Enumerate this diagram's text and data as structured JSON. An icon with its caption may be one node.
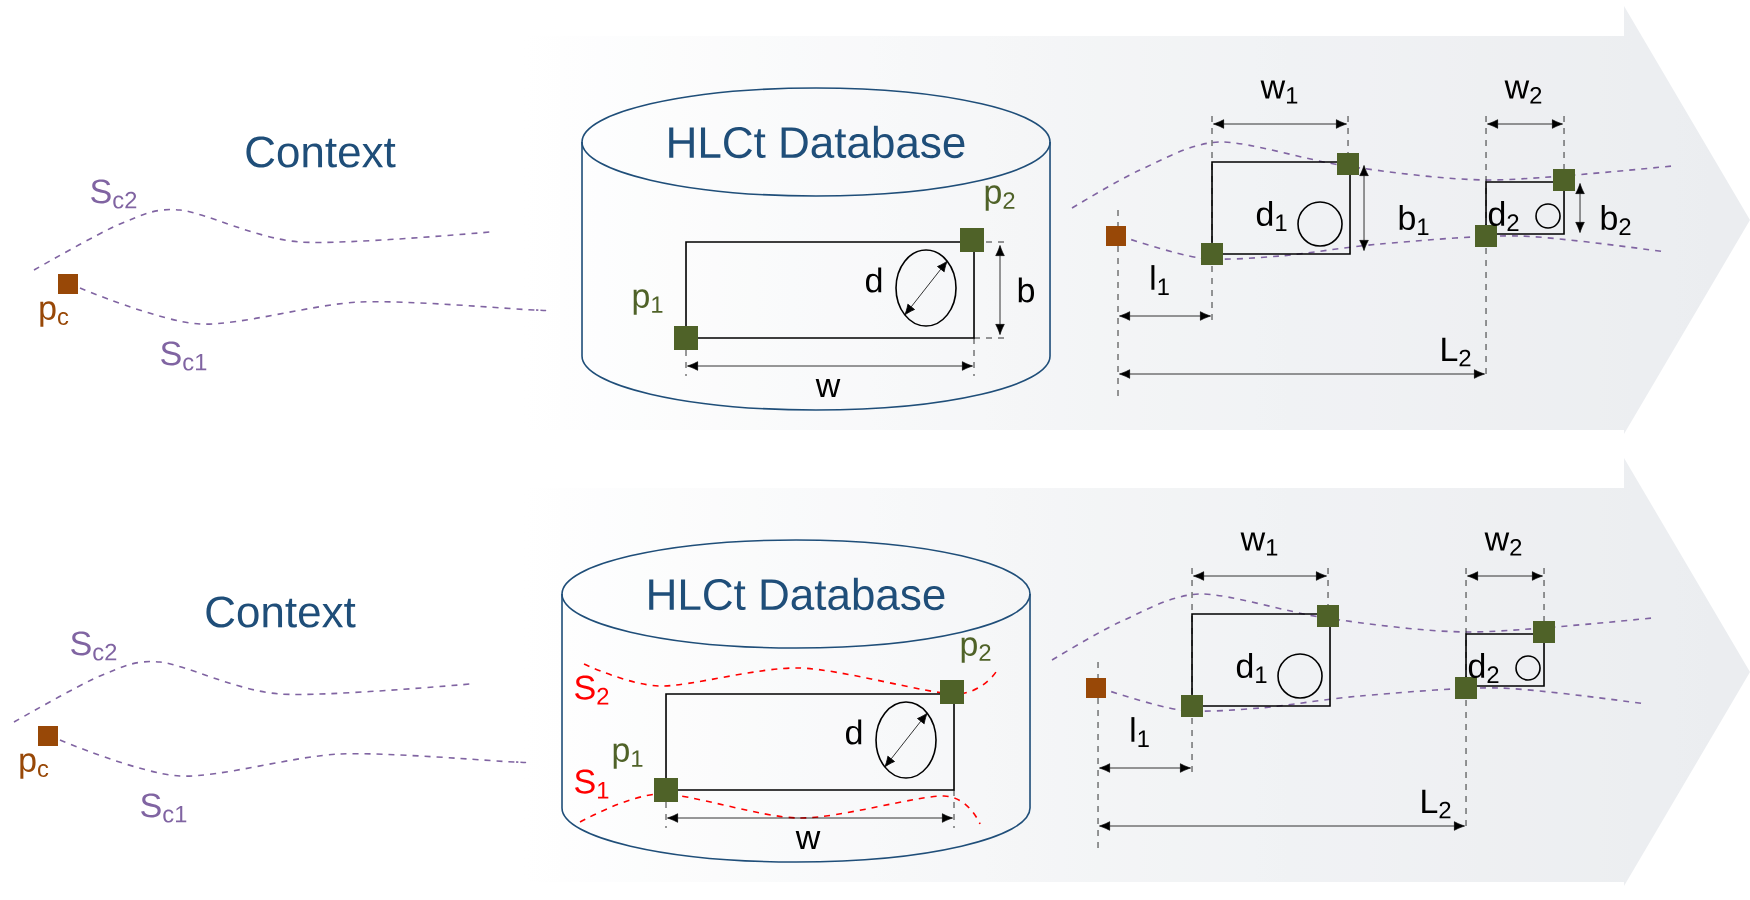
{
  "diagram": {
    "nodes": [
      {
        "text": [
          "HLCt Database"
        ]
      },
      {
        "text": [
          "HLCt Database"
        ]
      }
    ],
    "labels": [
      "Context",
      "S$_{c2}$",
      "p$_{c}$",
      "S$_{c1}$",
      "p$_{2}$",
      "d",
      "b",
      "p$_{1}$",
      "w",
      "w$_{1}$",
      "w$_{2}$",
      "d$_{1}$",
      "b$_{1}$",
      "d$_{2}$",
      "b$_{2}$",
      "l$_{1}$",
      "L$_{2}$",
      "Context",
      "S$_{c2}$",
      "p$_{c}$",
      "S$_{c1}$",
      "p$_{2}$",
      "S$_{2}$",
      "d",
      "p$_{1}$",
      "S$_{1}$",
      "w",
      "w$_{1}$",
      "w$_{2}$",
      "d$_{1}$",
      "d$_{2}$",
      "l$_{1}$",
      "L$_{2}$"
    ]
  }
}
